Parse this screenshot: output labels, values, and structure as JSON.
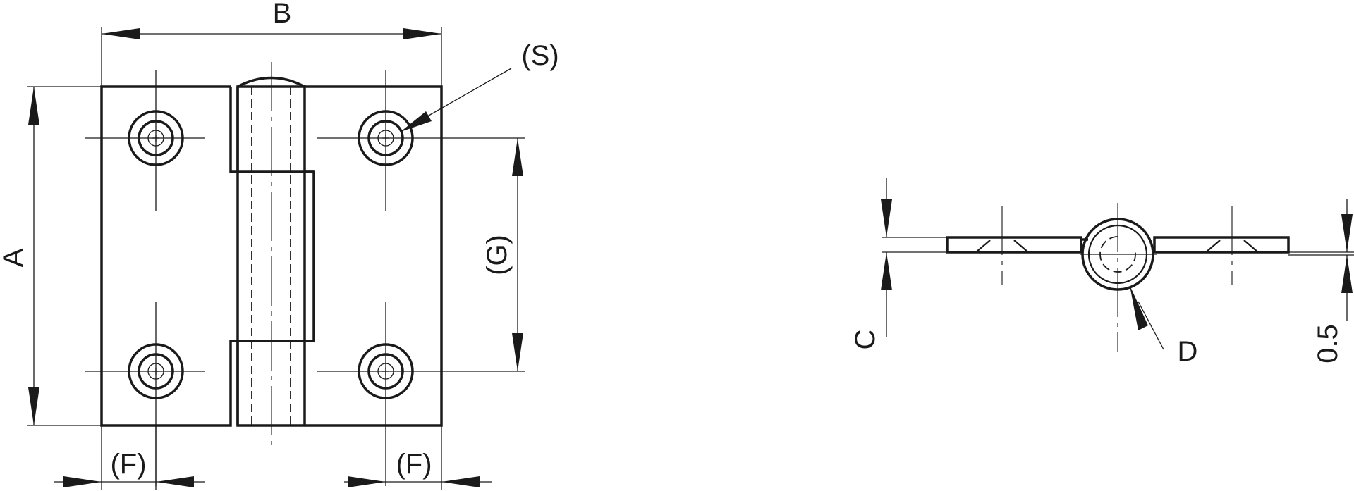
{
  "front_view": {
    "labels": {
      "width": "B",
      "height": "A",
      "screw": "(S)",
      "hole_pitch": "(G)",
      "edge_left": "(F)",
      "edge_right": "(F)"
    }
  },
  "side_view": {
    "labels": {
      "thickness": "C",
      "pin_diameter": "D",
      "gap": "0.5"
    }
  }
}
